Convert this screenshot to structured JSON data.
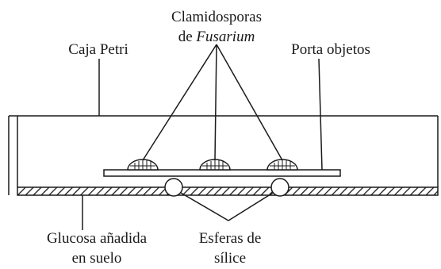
{
  "labels": {
    "petri_dish": "Caja Petri",
    "chlamydospores_line1": "Clamidosporas",
    "chlamydospores_prefix": "de ",
    "chlamydospores_genus": "Fusarium",
    "slide": "Porta objetos",
    "soil_line1": "Glucosa añadida",
    "soil_line2": "en suelo",
    "spheres_line1": "Esferas de",
    "spheres_line2": "sílice"
  }
}
